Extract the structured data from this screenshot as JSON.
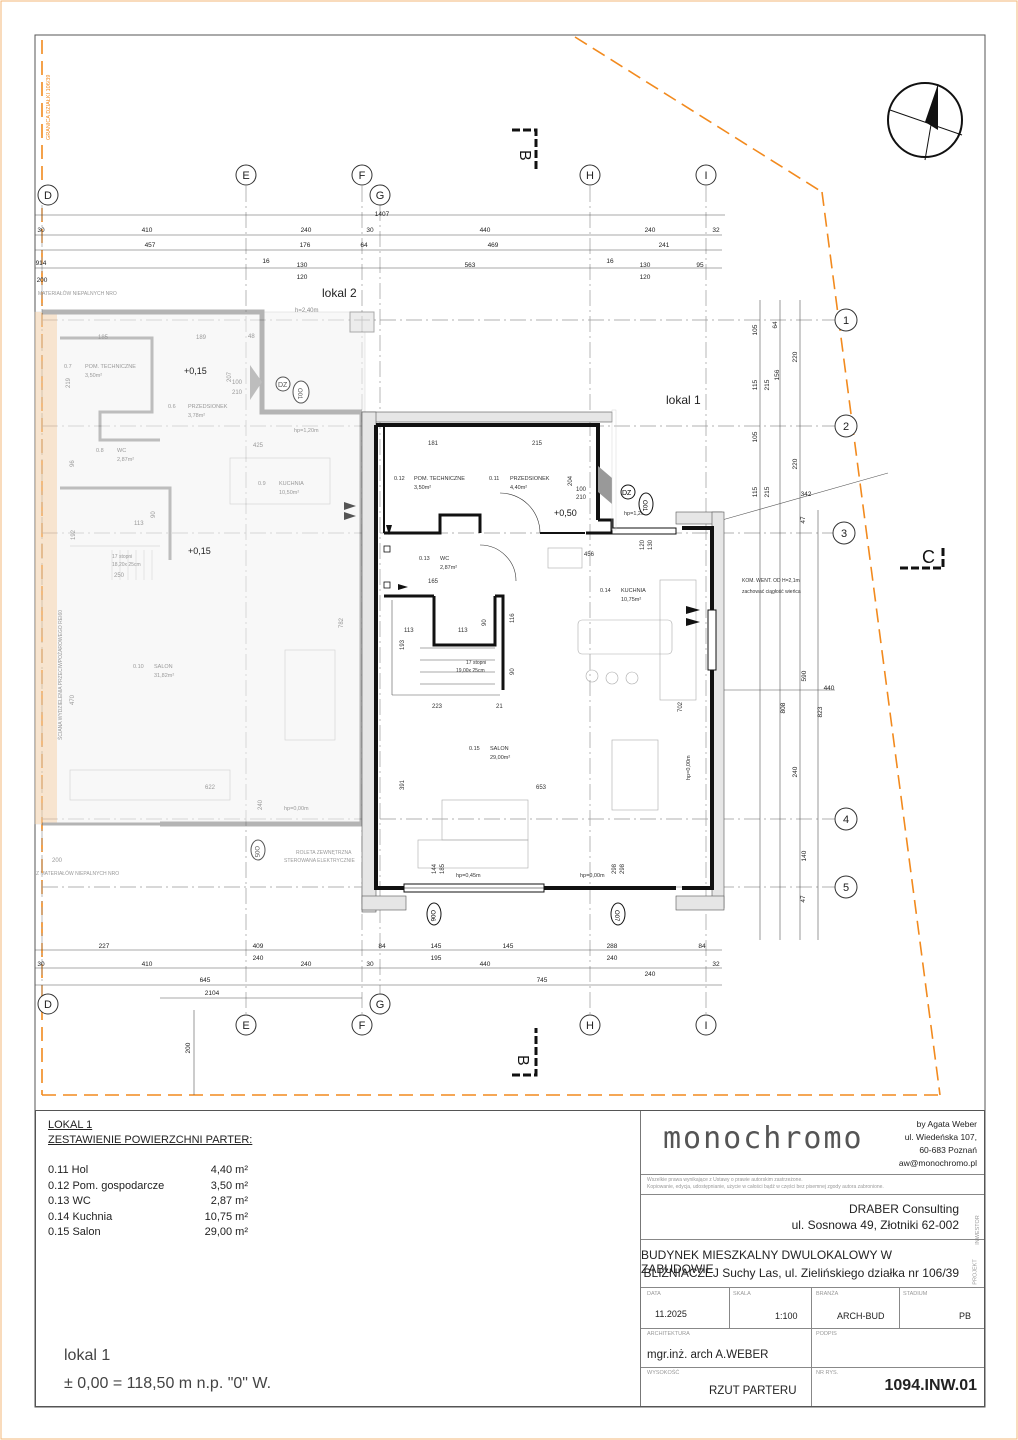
{
  "plan": {
    "axes_top": [
      "E",
      "F",
      "H",
      "I"
    ],
    "axes_top2": [
      "D",
      "G"
    ],
    "axes_right": [
      "1",
      "2",
      "3",
      "4",
      "5"
    ],
    "section_marks": [
      "B",
      "B",
      "C"
    ],
    "lokal1_label": "lokal 1",
    "lokal2_label": "lokal 2",
    "boundary_note": "GRANICA DZIAŁKI 106/39",
    "dims_top_row1": [
      "30",
      "410",
      "240",
      "30",
      "440",
      "240",
      "32"
    ],
    "dims_top_row2": [
      "457",
      "176",
      "64",
      "469",
      "241"
    ],
    "dims_top_row0": "1407",
    "dims_top_row3": [
      "914",
      "16",
      "130",
      "563",
      "16",
      "130",
      "95"
    ],
    "dims_top_row4": [
      "120",
      "120",
      "200"
    ],
    "dims_bottom_row1": [
      "227",
      "409",
      "84",
      "145",
      "145",
      "288",
      "84"
    ],
    "dims_bottom_row2": [
      "240",
      "195",
      "440",
      "240"
    ],
    "dims_bottom_row3": [
      "30",
      "410",
      "240",
      "30",
      "440",
      "32"
    ],
    "dims_bottom_row4": [
      "645",
      "745",
      "240"
    ],
    "dims_bottom_row5": "2104",
    "dim_200": "200",
    "dims_right": [
      "105",
      "64",
      "220",
      "115",
      "215",
      "156",
      "105",
      "220",
      "115",
      "215",
      "47",
      "590",
      "808",
      "823",
      "240",
      "140",
      "47",
      "342",
      "440"
    ],
    "notes": {
      "h240": "h=2,40m",
      "hp120a": "hp=1,20m",
      "hp120b": "hp=1,20m",
      "hp000a": "hp=0,00m",
      "hp000b": "hp=0,00m",
      "hp000c": "hp=0,00m",
      "hp045": "hp=0,45m",
      "lvl015a": "+0,15",
      "lvl015b": "+0,15",
      "lvl050": "+0,50",
      "dz1": "DZ",
      "dz2": "DZ",
      "o001a": "O01",
      "o001b": "O01",
      "o005": "O05",
      "o006": "O06",
      "o007": "O07",
      "went": "KOM. WENT. OD H=2,1m",
      "went2": "zachować ciągłość wieńca",
      "roleta": "ROLETA ZEWNĘTRZNA",
      "roleta2": "STEROWANA ELEKTRYCZNIE",
      "sciana": "ŚCIANA WYDZIELENIA PRZECIWPOŻAROWEGO REI60",
      "material1": "MATERIAŁÓW NIEPALNYCH NRO",
      "material2": "Z MATERIAŁÓW NIEPALNYCH NRO",
      "stairs1": "17 stopni",
      "stairs1b": "19,00x 25cm",
      "stairs2": "17 stopni",
      "stairs2b": "18,20x 25cm"
    },
    "rooms_l1": [
      {
        "no": "0.12",
        "name": "POM. TECHNICZNE",
        "area": "3,50m²"
      },
      {
        "no": "0.11",
        "name": "PRZEDSIONEK",
        "area": "4,40m²"
      },
      {
        "no": "0.13",
        "name": "WC",
        "area": "2,87m²"
      },
      {
        "no": "0.14",
        "name": "KUCHNIA",
        "area": "10,75m²"
      },
      {
        "no": "0.15",
        "name": "SALON",
        "area": "29,00m²"
      }
    ],
    "rooms_l2": [
      {
        "no": "0.7",
        "name": "POM. TECHNICZNE",
        "area": "3,50m²"
      },
      {
        "no": "0.6",
        "name": "PRZEDSIONEK",
        "area": "3,78m²"
      },
      {
        "no": "0.8",
        "name": "WC",
        "area": "2,87m²"
      },
      {
        "no": "0.9",
        "name": "KUCHNIA",
        "area": "10,50m²"
      },
      {
        "no": "0.10",
        "name": "SALON",
        "area": "31,82m²"
      }
    ],
    "inner_dims": [
      "181",
      "215",
      "204",
      "210",
      "100",
      "456",
      "165",
      "113",
      "113",
      "90",
      "116",
      "193",
      "90",
      "223",
      "21",
      "391",
      "653",
      "702",
      "144",
      "185",
      "298",
      "298",
      "120",
      "130",
      "219",
      "185",
      "189",
      "425",
      "113",
      "90",
      "250",
      "192",
      "782",
      "622",
      "200",
      "240",
      "470",
      "96",
      "207",
      "210",
      "100",
      "48"
    ]
  },
  "table": {
    "title1": "LOKAL 1",
    "title2": "ZESTAWIENIE POWIERZCHNI PARTER:",
    "rows": [
      {
        "label": "0.11 Hol",
        "value": "4,40 m²"
      },
      {
        "label": "0.12 Pom. gospodarcze",
        "value": "3,50 m²"
      },
      {
        "label": "0.13 WC",
        "value": "2,87 m²"
      },
      {
        "label": "0.14 Kuchnia",
        "value": "10,75 m²"
      },
      {
        "label": "0.15 Salon",
        "value": "29,00 m²"
      }
    ],
    "lokal": "lokal 1",
    "level": "± 0,00 = 118,50 m n.p. \"0\" W."
  },
  "titleblock": {
    "brand": "monochromo",
    "author": "by Agata Weber",
    "address1": "ul. Wiedeńska 107,",
    "address2": "60-683 Poznań",
    "email": "aw@monochromo.pl",
    "copyright1": "Wszelkie prawa wynikające z Ustawy o prawie autorskim zastrzeżone.",
    "copyright2": "Kopiowanie, edycja, udostępnianie, użycie w całości bądź w części bez pisemnej zgody autora zabronione.",
    "investor_name": "DRABER Consulting",
    "investor_address": "ul. Sosnowa 49, Złotniki 62-002",
    "investor_tag": "INWESTOR",
    "project1": "BUDYNEK MIESZKALNY DWULOKALOWY W ZABUDOWIE",
    "project2": "BLIŹNIACZEJ Suchy Las, ul. Zielińskiego działka nr 106/39",
    "project_tag": "PROJEKT",
    "date_label": "DATA",
    "date": "11.2025",
    "scale_label": "SKALA",
    "scale": "1:100",
    "branch_label": "BRANŻA",
    "branch": "ARCH-BUD",
    "stage_label": "STADIUM",
    "stage": "PB",
    "architect_label": "ARCHITEKTURA",
    "architect": "mgr.inż. arch A.WEBER",
    "sign_label": "PODPIS",
    "drawing_label": "WYSOKOŚĆ",
    "drawing": "RZUT PARTERU",
    "number_label": "NR RYS.",
    "number": "1094.INW.01"
  },
  "colors": {
    "boundary": "#f28a1e",
    "wall": "#1a1a1a",
    "ghost": "#c8c8c8",
    "grid": "#888888"
  }
}
